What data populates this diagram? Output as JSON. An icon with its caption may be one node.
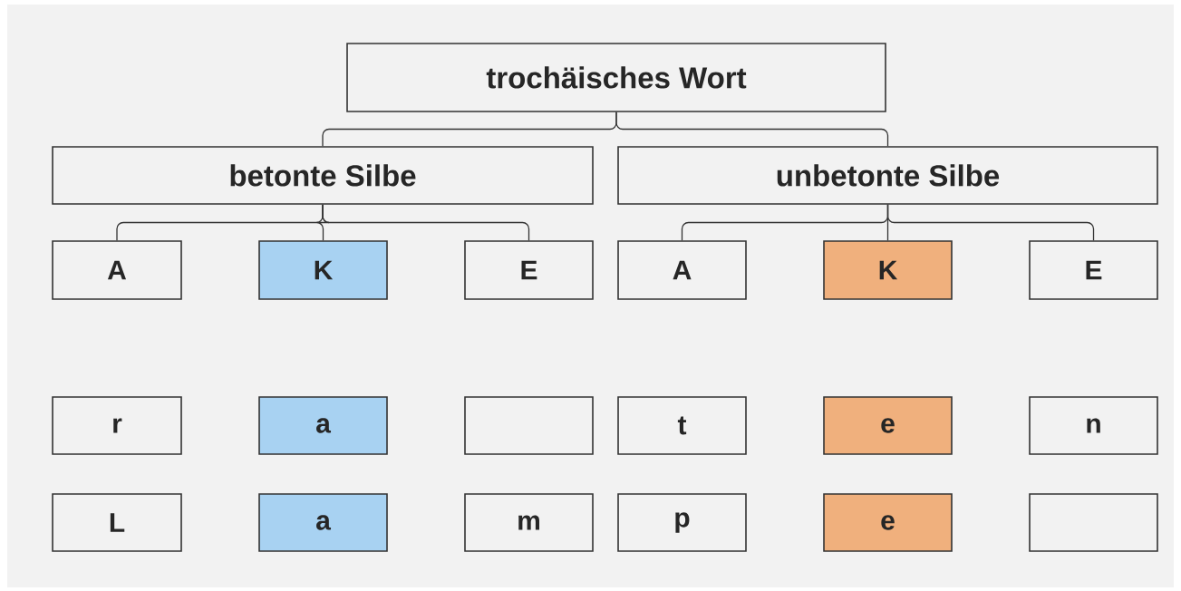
{
  "diagram": {
    "nodes": [
      {
        "text": [
          "trochäisches Wort"
        ]
      },
      {
        "text": [
          "betonte Silbe"
        ]
      },
      {
        "text": [
          "unbetonte Silbe"
        ]
      },
      {
        "text": [
          "A"
        ]
      },
      {
        "text": [
          "K"
        ]
      },
      {
        "text": [
          "E"
        ]
      },
      {
        "text": [
          "A"
        ]
      },
      {
        "text": [
          "K"
        ]
      },
      {
        "text": [
          "E"
        ]
      },
      {
        "text": [
          "r"
        ]
      },
      {
        "text": [
          "a"
        ]
      },
      {
        "text": [],
        "shape": "box"
      },
      {
        "text": [
          "t"
        ]
      },
      {
        "text": [
          "e"
        ]
      },
      {
        "text": [
          "n"
        ]
      },
      {
        "text": [
          "L"
        ]
      },
      {
        "text": [
          "a"
        ]
      },
      {
        "text": [
          "m"
        ]
      },
      {
        "text": [
          "p"
        ]
      },
      {
        "text": [
          "e"
        ]
      },
      {
        "text": [],
        "shape": "box"
      }
    ],
    "edges": [
      {
        "from": 0,
        "to": 1,
        "arrow": "none"
      },
      {
        "from": 0,
        "to": 2,
        "arrow": "none"
      },
      {
        "from": 1,
        "to": 3,
        "arrow": "none"
      },
      {
        "from": 1,
        "to": 4,
        "arrow": "none"
      },
      {
        "from": 1,
        "to": 5,
        "arrow": "none"
      },
      {
        "from": 2,
        "to": 6,
        "arrow": "none"
      },
      {
        "from": 2,
        "to": 7,
        "arrow": "none"
      },
      {
        "from": 2,
        "to": 8,
        "arrow": "none"
      }
    ]
  }
}
